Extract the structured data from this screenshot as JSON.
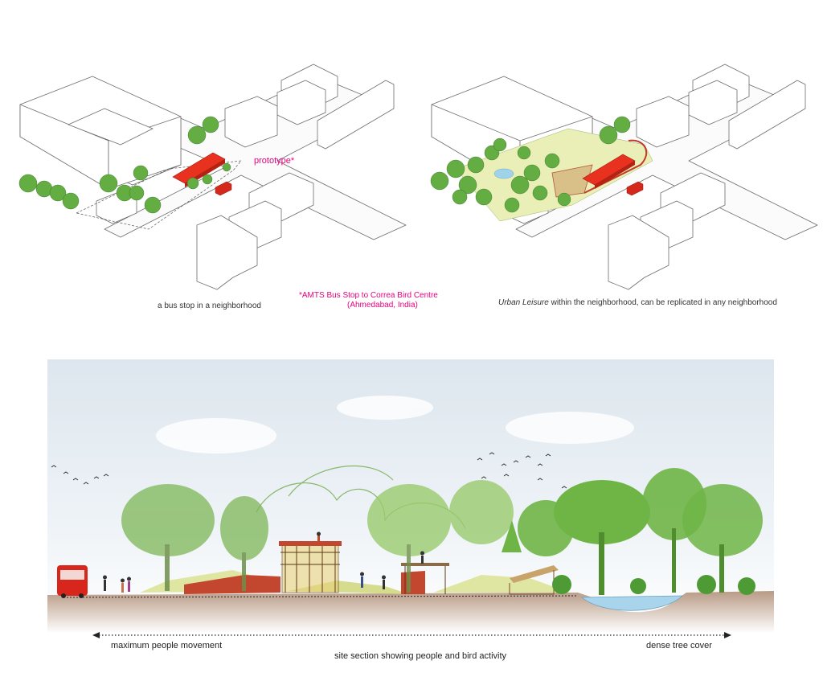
{
  "top_left": {
    "prototype_label": "prototype*",
    "caption": "a bus stop in a neighborhood",
    "note_line1": "*AMTS Bus Stop to Correa Bird Centre",
    "note_line2": "(Ahmedabad, India)"
  },
  "top_right": {
    "caption_italic": "Urban Leisure",
    "caption_rest": " within the neighborhood, can be replicated in any neighborhood"
  },
  "section": {
    "left_label": "maximum people movement",
    "right_label": "dense tree cover",
    "caption": "site section showing people and bird activity"
  },
  "colors": {
    "roof_red": "#e8311f",
    "tree_green": "#5fa83c",
    "ground_brown": "#c9ad98",
    "water_blue": "#a8d4ec",
    "pink": "#e6007e"
  }
}
